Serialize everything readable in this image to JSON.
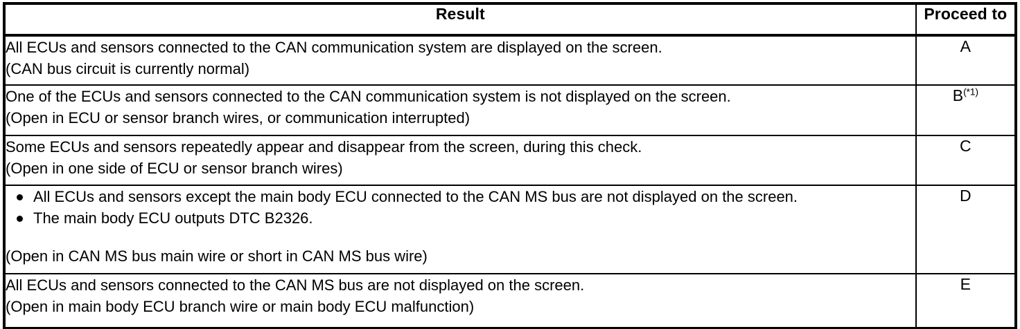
{
  "table": {
    "headers": {
      "result": "Result",
      "proceed_to": "Proceed to"
    },
    "rows": [
      {
        "id": "row-a",
        "lines": [
          "All ECUs and sensors connected to the CAN communication system are displayed on the screen.",
          "(CAN bus circuit is currently normal)"
        ],
        "bullets": [],
        "proceed": "A",
        "proceed_note": ""
      },
      {
        "id": "row-b",
        "lines": [
          "One of the ECUs and sensors connected to the CAN communication system is not displayed on the screen.",
          "(Open in ECU or sensor branch wires, or communication interrupted)"
        ],
        "bullets": [],
        "proceed": "B",
        "proceed_note": "(*1)"
      },
      {
        "id": "row-c",
        "lines": [
          "Some ECUs and sensors repeatedly appear and disappear from the screen, during this check.",
          "(Open in one side of ECU or sensor branch wires)"
        ],
        "bullets": [],
        "proceed": "C",
        "proceed_note": ""
      },
      {
        "id": "row-d",
        "lines": [
          "(Open in CAN MS bus main wire or short in CAN MS bus wire)"
        ],
        "bullets": [
          "All ECUs and sensors except the main body ECU connected to the CAN MS bus are not displayed on the screen.",
          "The main body ECU outputs DTC B2326."
        ],
        "proceed": "D",
        "proceed_note": ""
      },
      {
        "id": "row-e",
        "lines": [
          "All ECUs and sensors connected to the CAN MS bus are not displayed on the screen.",
          "(Open in main body ECU branch wire or main body ECU malfunction)"
        ],
        "bullets": [],
        "proceed": "E",
        "proceed_note": ""
      }
    ]
  },
  "colors": {
    "ink": "#000000",
    "paper": "#ffffff"
  }
}
